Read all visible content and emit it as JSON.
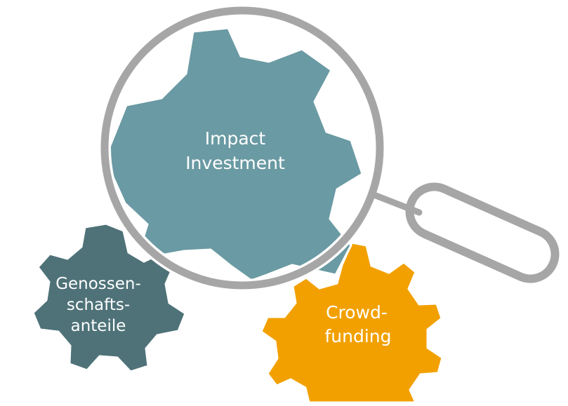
{
  "diagram": {
    "gears": {
      "impact": {
        "label_lines": [
          "Impact",
          "Investment"
        ],
        "color": "#6a9aa3"
      },
      "genossenschaft": {
        "label_lines": [
          "Genossen-",
          "schafts-",
          "anteile"
        ],
        "color": "#4e7278"
      },
      "crowdfunding": {
        "label_lines": [
          "Crowd-",
          "funding"
        ],
        "color": "#f2a000"
      }
    },
    "magnifier": {
      "color": "#a6a6a6"
    }
  }
}
